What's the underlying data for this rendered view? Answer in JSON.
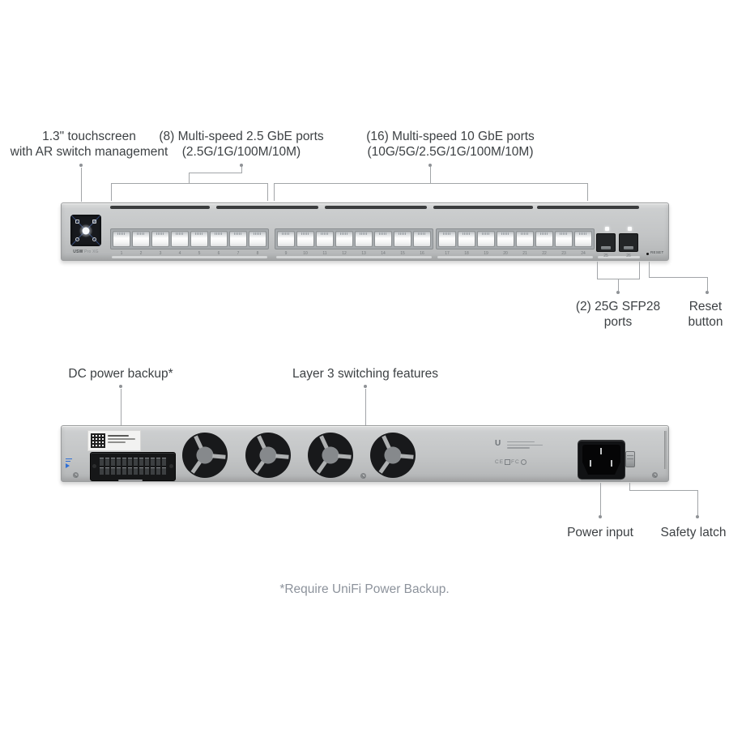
{
  "colors": {
    "accent_blue": "#2f6fd6",
    "chassis_silver": "#c4c6c7",
    "label_dark": "#3d4144",
    "callout_line_gray": "#a2a5a8",
    "footer_gray": "#8d939c"
  },
  "front_view": {
    "callout_touchscreen": {
      "line1": "1.3\" touchscreen",
      "line2": "with AR switch management"
    },
    "callout_ports_25g": {
      "line1": "(8) Multi-speed 2.5 GbE ports",
      "line2": "(2.5G/1G/100M/10M)"
    },
    "callout_ports_10g": {
      "line1": "(16) Multi-speed 10 GbE ports",
      "line2": "(10G/5G/2.5G/1G/100M/10M)"
    },
    "callout_sfp": {
      "line1": "(2) 25G SFP28",
      "line2": "ports"
    },
    "callout_reset": {
      "line1": "Reset",
      "line2": "button"
    },
    "device": {
      "model_brand": "USW",
      "model_name": "Pro XG",
      "reset_label": "RESET",
      "port_numbers": [
        "1",
        "2",
        "3",
        "4",
        "5",
        "6",
        "7",
        "8",
        "9",
        "10",
        "11",
        "12",
        "13",
        "14",
        "15",
        "16",
        "17",
        "18",
        "19",
        "20",
        "21",
        "22",
        "23",
        "24"
      ],
      "sfp_port_numbers": [
        "25",
        "26"
      ]
    }
  },
  "rear_view": {
    "callout_dc_backup": "DC power backup*",
    "callout_layer3": "Layer 3 switching features",
    "callout_power_input": "Power input",
    "callout_safety_latch": "Safety latch",
    "device": {
      "brand_logo": "U",
      "cert_ce": "CE",
      "cert_fc": "FC"
    }
  },
  "footer": {
    "note": "*Require UniFi Power Backup."
  }
}
